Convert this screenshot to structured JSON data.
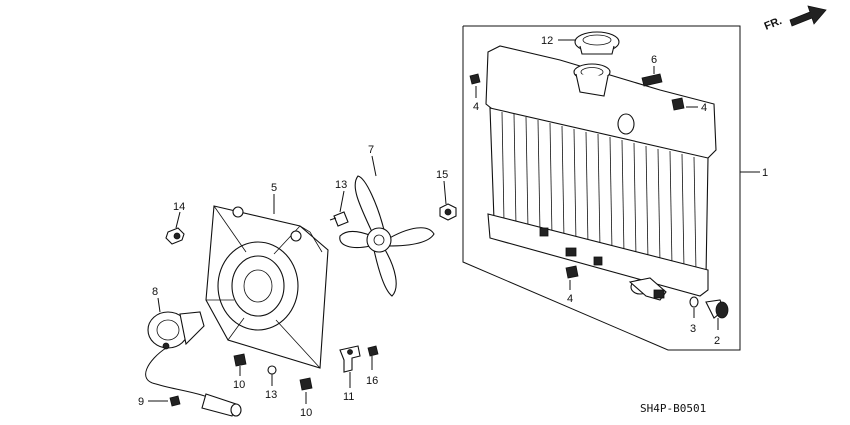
{
  "diagram_code": "SH4P-B0501",
  "direction_label": "FR.",
  "callouts": [
    {
      "id": "c1",
      "number": "1"
    },
    {
      "id": "c2",
      "number": "2"
    },
    {
      "id": "c3",
      "number": "3"
    },
    {
      "id": "c4a",
      "number": "4"
    },
    {
      "id": "c4b",
      "number": "4"
    },
    {
      "id": "c4c",
      "number": "4"
    },
    {
      "id": "c5",
      "number": "5"
    },
    {
      "id": "c6",
      "number": "6"
    },
    {
      "id": "c7",
      "number": "7"
    },
    {
      "id": "c8",
      "number": "8"
    },
    {
      "id": "c9",
      "number": "9"
    },
    {
      "id": "c10a",
      "number": "10"
    },
    {
      "id": "c10b",
      "number": "10"
    },
    {
      "id": "c11",
      "number": "11"
    },
    {
      "id": "c12",
      "number": "12"
    },
    {
      "id": "c13a",
      "number": "13"
    },
    {
      "id": "c13b",
      "number": "13"
    },
    {
      "id": "c14",
      "number": "14"
    },
    {
      "id": "c15",
      "number": "15"
    },
    {
      "id": "c16",
      "number": "16"
    }
  ]
}
